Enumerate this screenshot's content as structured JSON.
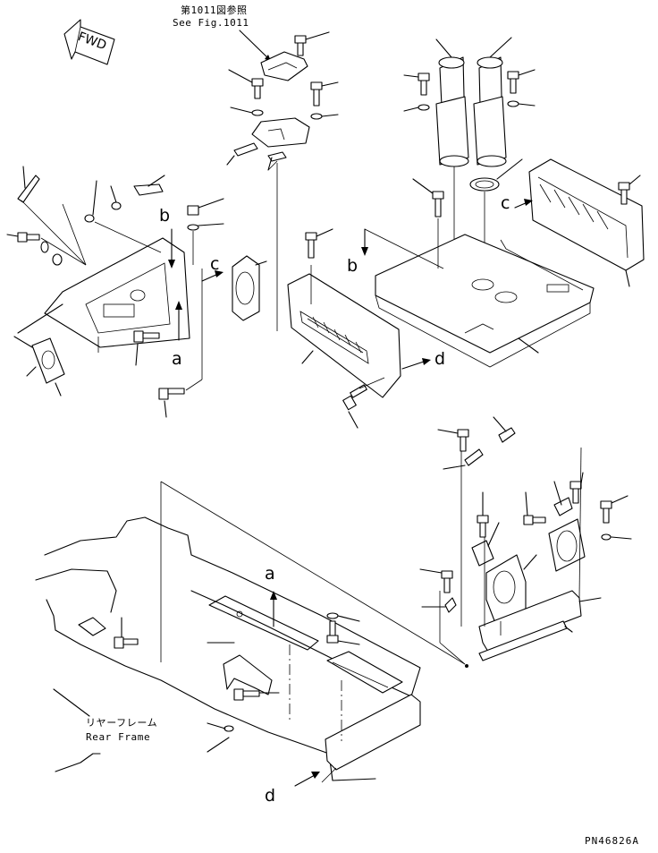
{
  "references": {
    "fig_jp": "第1011図参照",
    "fig_en": "See Fig.1011"
  },
  "direction_arrow": {
    "label": "FWD",
    "icon": "forward-arrow-icon"
  },
  "view_markers": {
    "a_top": "a",
    "a_bottom": "a",
    "b_left": "b",
    "b_right": "b",
    "c_left": "c",
    "c_right": "c",
    "d_right": "d",
    "d_bottom": "d"
  },
  "rear_frame": {
    "label_jp": "リヤーフレーム",
    "label_en": "Rear Frame"
  },
  "part_number": "PN46826A",
  "colors": {
    "ink": "#000000",
    "paper": "#ffffff"
  }
}
